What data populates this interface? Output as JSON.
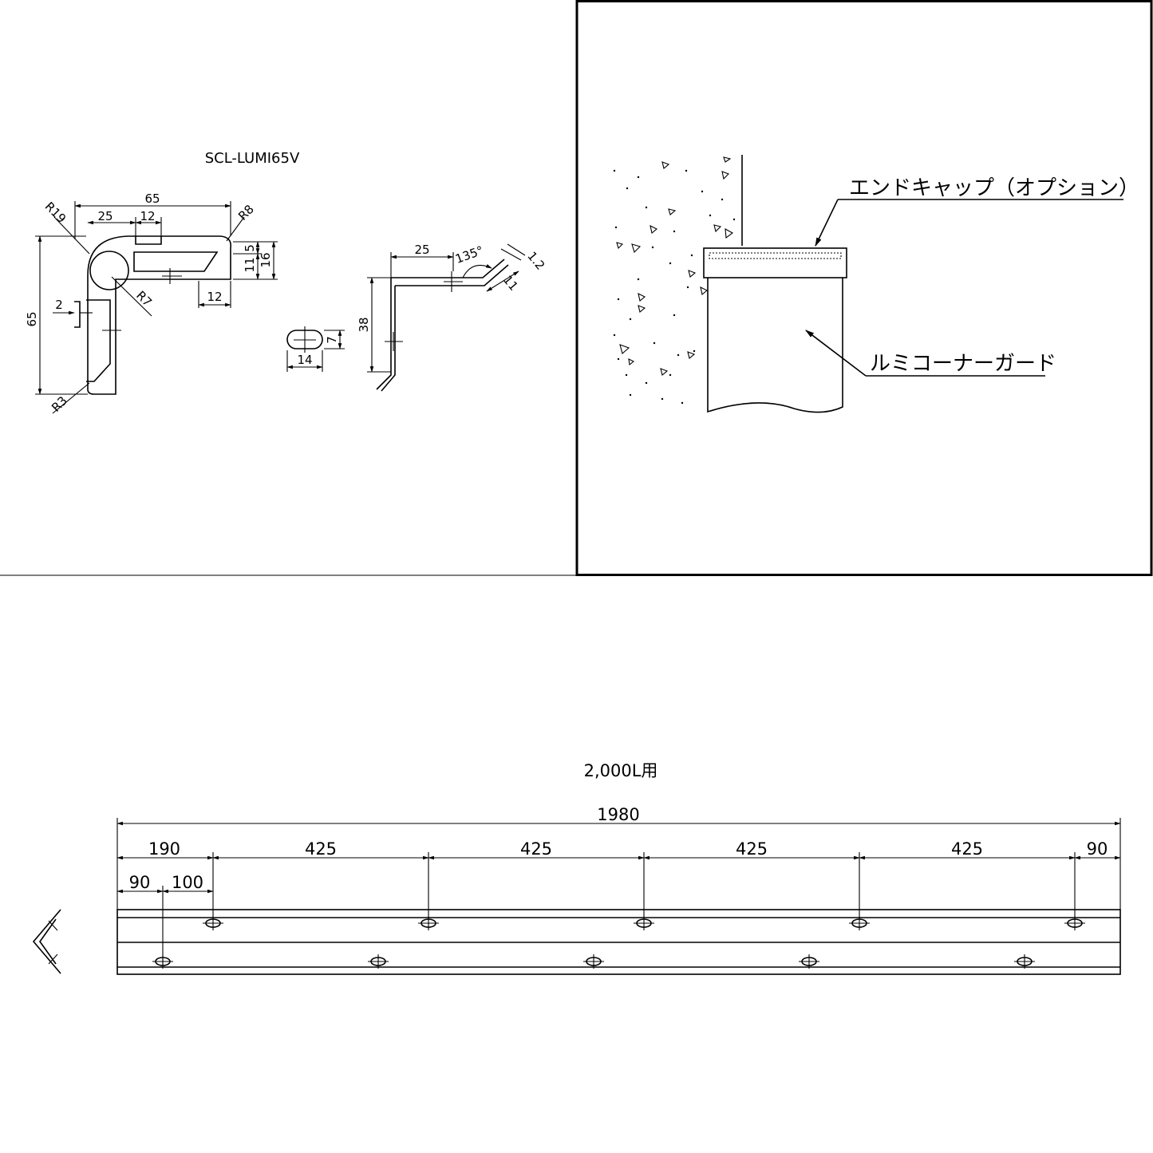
{
  "profile": {
    "model": "SCL-LUMI65V",
    "dims": {
      "width_65": "65",
      "top_25": "25",
      "top_12": "12",
      "bottom_12": "12",
      "height_65": "65",
      "r19": "R19",
      "r8": "R8",
      "r7": "R7",
      "r3": "R3",
      "d5": "5",
      "d11": "11",
      "d16": "16",
      "d2": "2"
    }
  },
  "slot": {
    "w": "14",
    "h": "7"
  },
  "bracket": {
    "d25": "25",
    "angle": "135°",
    "t12": "1.2",
    "d11": "11",
    "d38": "38"
  },
  "section": {
    "end_cap_label": "エンドキャップ（オプション）",
    "guard_label": "ルミコーナーガード"
  },
  "plan": {
    "title": "2,000L用",
    "total": "1980",
    "spacing": [
      "190",
      "425",
      "425",
      "425",
      "425",
      "90"
    ],
    "sub": [
      "90",
      "100"
    ]
  },
  "colors": {
    "line": "#000000",
    "background": "#ffffff"
  }
}
